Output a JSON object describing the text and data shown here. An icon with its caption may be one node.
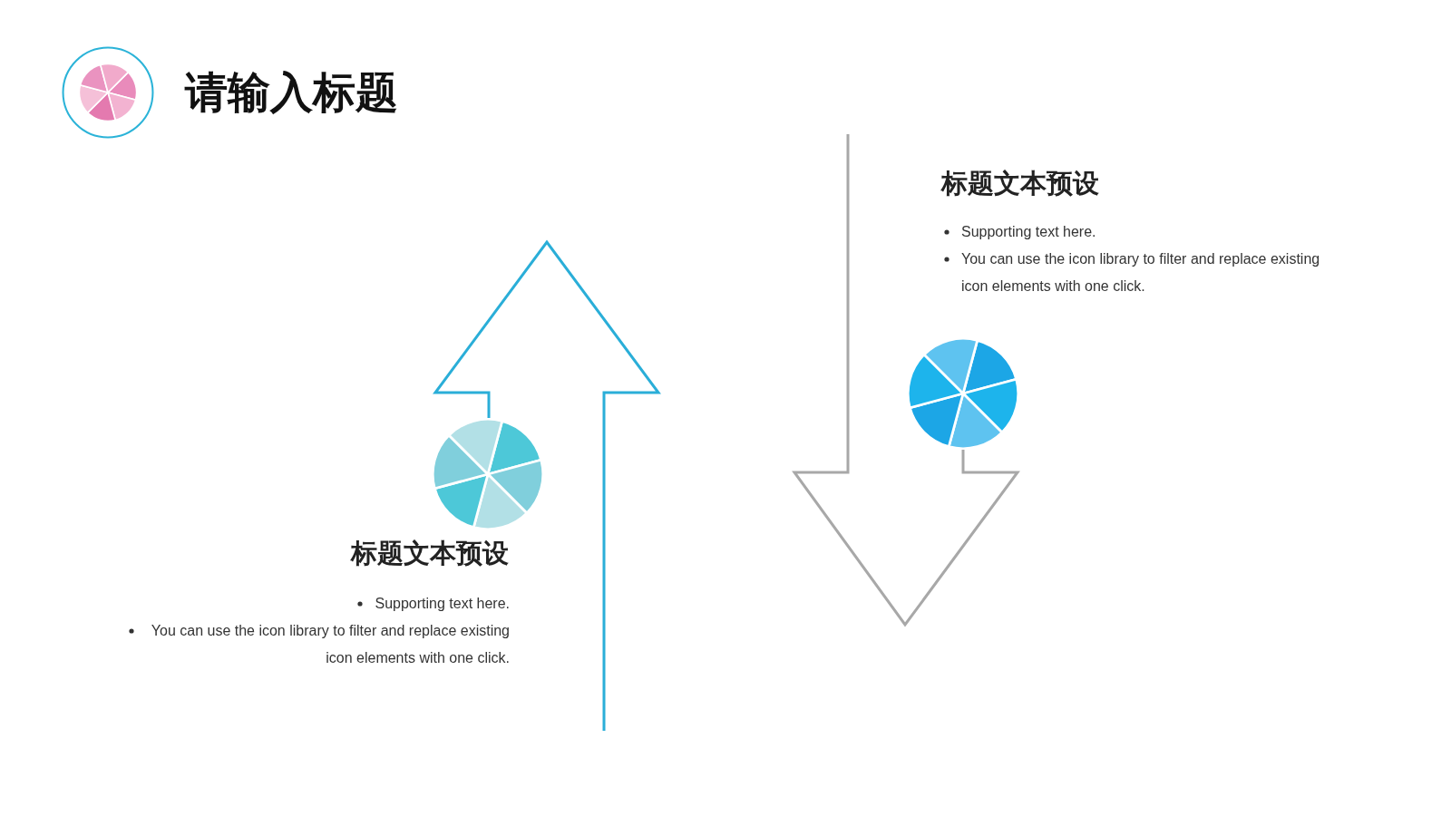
{
  "diagram": {
    "title": "请输入标题",
    "labels": [
      "标题文本预设",
      "Supporting text here.",
      "You can use the icon library to filter and replace existing icon elements with one click.",
      "标题文本预设",
      "Supporting text here.",
      "You can use the icon library to filter and replace existing icon elements with one click."
    ]
  }
}
